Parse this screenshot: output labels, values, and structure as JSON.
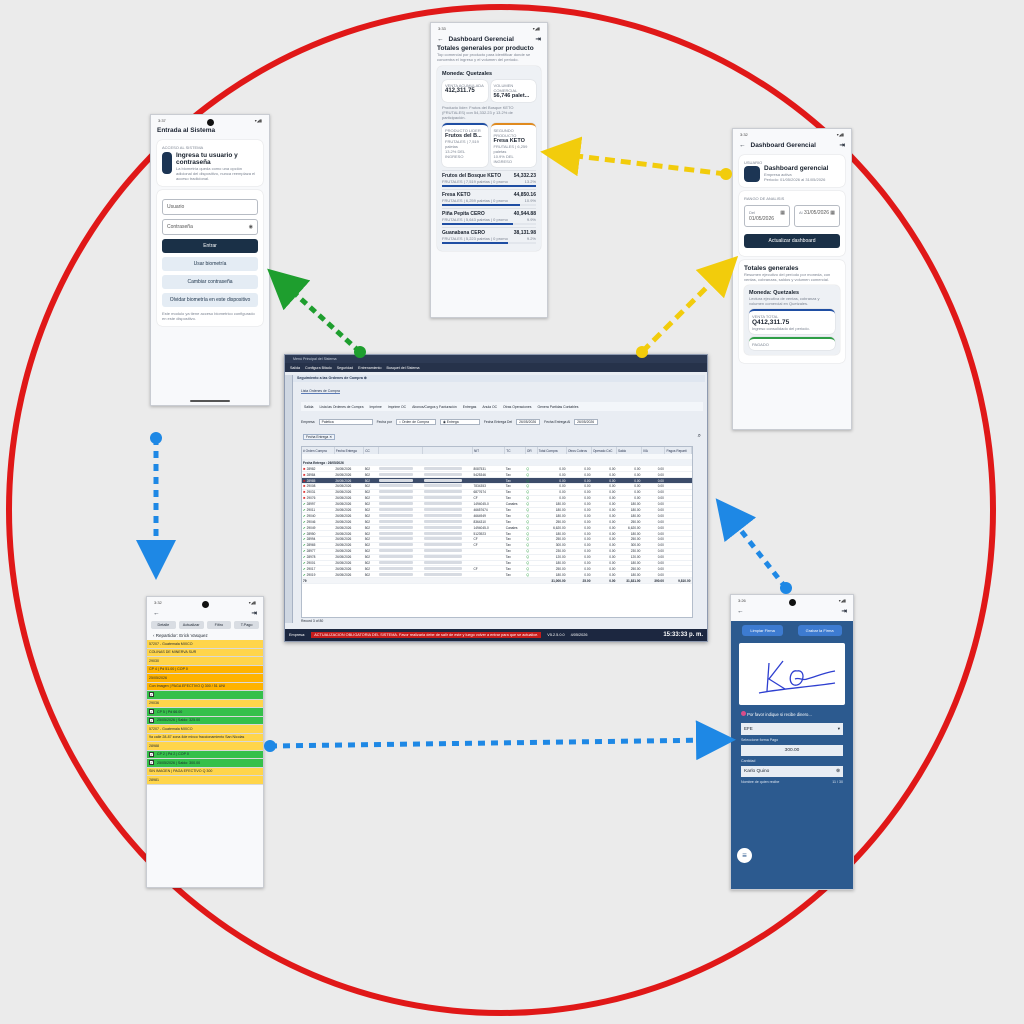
{
  "colors": {
    "ring": "#e01818",
    "arrow_green": "#1e9e2e",
    "arrow_yellow": "#f2cc0c",
    "arrow_blue": "#1e88e5",
    "navy": "#1a3047",
    "signature_bg": "#2c5a8f"
  },
  "login": {
    "time": "3:37",
    "title": "Entrada al Sistema",
    "overline": "ACCESO AL SISTEMA",
    "heading": "Ingresa tu usuario y contraseña",
    "description": "La biometría queda como una opción adicional del dispositivo, nunca reemplaza el acceso tradicional.",
    "user_placeholder": "Usuario",
    "password_placeholder": "Contraseña",
    "enter_label": "Entrar",
    "biometric_label": "Usar biometría",
    "change_password_label": "Cambiar contraseña",
    "forget_biometric_label": "Olvidar biometría en este dispositivo",
    "footer": "Este modulo ya tiene acceso biometrico configurado en este dispositivo."
  },
  "dash_products": {
    "time": "3:33",
    "title": "Dashboard Gerencial",
    "section": "Totales generales por producto",
    "intro": "Top comercial por producto para identificar donde se concentra el ingreso y el volumen del periodo.",
    "currency": "Moneda: Quetzales",
    "sales_label": "VENTA ACUMULADA",
    "sales_value": "412,311.75",
    "volume_label": "VOLUMEN COMERCIAL",
    "volume_value": "56,746 palet...",
    "leader_note": "Producto líder: Frutos del Bosque KETO (FRUTALES) con 54,332.23 y 13.2% de participación.",
    "leader_label": "PRODUCTO LIDER",
    "leader_name": "Frutos del B...",
    "leader_meta": "FRUTALES | 7,519 paletas",
    "leader_pct": "13.2% DEL INGRESO",
    "second_label": "SEGUNDO PRODUCTO",
    "second_name": "Fresa KETO",
    "second_meta": "FRUTALES | 6,259 paletas",
    "second_pct": "10.9% DEL INGRESO",
    "products": [
      {
        "name": "Frutos del Bosque KETO",
        "value": "54,332.23",
        "meta": "FRUTALES | 7,519 paletas | 0 promo",
        "pct": "13.2%",
        "bar": 0.132
      },
      {
        "name": "Fresa KETO",
        "value": "44,850.16",
        "meta": "FRUTALES | 6,259 paletas | 0 promo",
        "pct": "10.9%",
        "bar": 0.109
      },
      {
        "name": "Piña Pepita CERO",
        "value": "40,944.88",
        "meta": "FRUTALES | 5,643 paletas | 0 promo",
        "pct": "9.9%",
        "bar": 0.099
      },
      {
        "name": "Guanabana CERO",
        "value": "38,131.98",
        "meta": "FRUTALES | 5,223 paletas | 0 promo",
        "pct": "9.2%",
        "bar": 0.092
      }
    ]
  },
  "dash_main": {
    "time": "3:32",
    "title": "Dashboard Gerencial",
    "user_label": "USUARIO",
    "heading": "Dashboard gerencial",
    "company": "Empresa activa",
    "period": "Periodo: 01/05/2026 al 31/05/2026",
    "range_label": "RANGO DE ANALISIS",
    "from_label": "Del",
    "from_value": "01/05/2026",
    "to_label": "Al",
    "to_value": "31/05/2026",
    "update_label": "Actualizar dashboard",
    "totals_title": "Totales generales",
    "totals_desc": "Resumen ejecutivo del período por moneda, con ventas, cobranzas, saldos y volumen comercial.",
    "currency": "Moneda: Quetzales",
    "currency_desc": "Lectura ejecutiva de ventas, cobranza y volumen comercial en Quetzales.",
    "total_label": "VENTA TOTAL",
    "total_value": "Q412,311.75",
    "total_desc": "Ingreso consolidado del periodo.",
    "paid_label": "PAGADO"
  },
  "desktop": {
    "title": "Menú Principal del Sistema",
    "menu": [
      "Salida",
      "Configura Bitado",
      "Seguridad",
      "Entrenamiento",
      "Busquet del Sistema"
    ],
    "tab": "Seguimiento a las Ordenes de Compra",
    "subtab": "Lista Ordenes de Compra",
    "toolbar": [
      "Salida",
      "Lista las Ordenes de Compra",
      "Imprime",
      "Imprime OC",
      "Abonos/Cargos y Facturación",
      "Entregas",
      "Anula OC",
      "Otras Operaciones",
      "Genera Partidas Contables"
    ],
    "empresa_label": "Empresa",
    "empresa_value": "Paletica",
    "fecha_por_label": "Fecha por",
    "fecha_por_1": "Orden de Compra",
    "fecha_por_2": "Entrega",
    "fecha_del_label": "Fecha Entrega Del",
    "fecha_del_value": "26/05/2026",
    "fecha_al_label": "Fecha Entrega Al",
    "fecha_al_value": "26/05/2026",
    "group_chip": "Fecha Entrega",
    "group_row": "Fecha Entrega : 26/05/2026",
    "columns": [
      "# Orden Compra",
      "Fecha Entrega",
      "CC",
      "",
      "",
      "NIT",
      "TC",
      "OR",
      "Total Compra",
      "Otros Cobros",
      "Operado CxC",
      "Saldo",
      "IVA",
      "Pagos Reparti"
    ],
    "rows": [
      {
        "s": "x",
        "ord": "28982",
        "date": "26/05/2026",
        "cc": "502",
        "nit": "8087531",
        "tc": "Tax",
        "or": "Q",
        "tot": "0.00",
        "otr": "0.00",
        "ope": "0.00",
        "sal": "0.00",
        "iva": "0.00"
      },
      {
        "s": "x",
        "ord": "28984",
        "date": "26/05/2026",
        "cc": "502",
        "nit": "5425346",
        "tc": "Tax",
        "or": "Q",
        "tot": "0.00",
        "otr": "0.00",
        "ope": "0.00",
        "sal": "0.00",
        "iva": "0.00"
      },
      {
        "s": "x",
        "ord": "28985",
        "date": "26/05/2026",
        "cc": "502",
        "nit": "",
        "tc": "Tax",
        "or": "Q",
        "tot": "0.00",
        "otr": "0.00",
        "ope": "0.00",
        "sal": "0.00",
        "iva": "0.00"
      },
      {
        "s": "x",
        "ord": "29008",
        "date": "26/05/2026",
        "cc": "502",
        "nit": "7834353",
        "tc": "Tax",
        "or": "Q",
        "tot": "0.00",
        "otr": "0.00",
        "ope": "0.00",
        "sal": "0.00",
        "iva": "0.00"
      },
      {
        "s": "x",
        "ord": "29031",
        "date": "26/05/2026",
        "cc": "502",
        "nit": "6877674",
        "tc": "Tax",
        "or": "Q",
        "tot": "0.00",
        "otr": "0.00",
        "ope": "0.00",
        "sal": "0.00",
        "iva": "0.00"
      },
      {
        "s": "x",
        "ord": "29076",
        "date": "26/05/2026",
        "cc": "502",
        "nit": "CF",
        "tc": "Tax",
        "or": "Q",
        "tot": "0.00",
        "otr": "0.00",
        "ope": "0.00",
        "sal": "0.00",
        "iva": "0.00"
      },
      {
        "s": "ok",
        "ord": "28997",
        "date": "26/05/2026",
        "cc": "502",
        "nit": "1494045-0",
        "tc": "Canales",
        "or": "Q",
        "tot": "180.00",
        "otr": "0.00",
        "ope": "0.00",
        "sal": "180.00",
        "iva": "0.00"
      },
      {
        "s": "ok",
        "ord": "29011",
        "date": "26/05/2026",
        "cc": "502",
        "nit": "46657674",
        "tc": "Tax",
        "or": "Q",
        "tot": "180.00",
        "otr": "0.00",
        "ope": "0.00",
        "sal": "180.00",
        "iva": "0.00"
      },
      {
        "s": "ok",
        "ord": "29040",
        "date": "26/05/2026",
        "cc": "502",
        "nit": "4664949",
        "tc": "Tax",
        "or": "Q",
        "tot": "180.00",
        "otr": "0.00",
        "ope": "0.00",
        "sal": "180.00",
        "iva": "0.00"
      },
      {
        "s": "ok",
        "ord": "29046",
        "date": "26/05/2026",
        "cc": "502",
        "nit": "8364310",
        "tc": "Tax",
        "or": "Q",
        "tot": "250.00",
        "otr": "0.00",
        "ope": "0.00",
        "sal": "250.00",
        "iva": "0.00"
      },
      {
        "s": "ok",
        "ord": "29049",
        "date": "26/05/2026",
        "cc": "502",
        "nit": "1494045-0",
        "tc": "Canales",
        "or": "Q",
        "tot": "6,620.00",
        "otr": "0.00",
        "ope": "0.00",
        "sal": "6,620.00",
        "iva": "0.00"
      },
      {
        "s": "ok",
        "ord": "28950",
        "date": "26/05/2026",
        "cc": "502",
        "nit": "5123923",
        "tc": "Tax",
        "or": "Q",
        "tot": "180.00",
        "otr": "0.00",
        "ope": "0.00",
        "sal": "180.00",
        "iva": "0.00"
      },
      {
        "s": "ok",
        "ord": "28994",
        "date": "26/05/2026",
        "cc": "502",
        "nit": "CF",
        "tc": "Tax",
        "or": "Q",
        "tot": "250.00",
        "otr": "0.00",
        "ope": "0.00",
        "sal": "250.00",
        "iva": "0.00"
      },
      {
        "s": "ok",
        "ord": "28965",
        "date": "26/05/2026",
        "cc": "502",
        "nit": "CF",
        "tc": "Tax",
        "or": "Q",
        "tot": "300.00",
        "otr": "0.00",
        "ope": "0.00",
        "sal": "300.00",
        "iva": "0.00"
      },
      {
        "s": "ok",
        "ord": "28977",
        "date": "26/05/2026",
        "cc": "502",
        "nit": "",
        "tc": "Tax",
        "or": "Q",
        "tot": "230.00",
        "otr": "0.00",
        "ope": "0.00",
        "sal": "230.00",
        "iva": "0.00"
      },
      {
        "s": "ok",
        "ord": "28978",
        "date": "26/05/2026",
        "cc": "502",
        "nit": "",
        "tc": "Tax",
        "or": "Q",
        "tot": "120.00",
        "otr": "0.00",
        "ope": "0.00",
        "sal": "120.00",
        "iva": "0.00"
      },
      {
        "s": "ok",
        "ord": "29001",
        "date": "26/05/2026",
        "cc": "502",
        "nit": "",
        "tc": "Tax",
        "or": "Q",
        "tot": "180.00",
        "otr": "0.00",
        "ope": "0.00",
        "sal": "180.00",
        "iva": "0.00"
      },
      {
        "s": "ok",
        "ord": "29017",
        "date": "26/05/2026",
        "cc": "502",
        "nit": "CF",
        "tc": "Tax",
        "or": "Q",
        "tot": "250.00",
        "otr": "0.00",
        "ope": "0.00",
        "sal": "250.00",
        "iva": "0.00"
      },
      {
        "s": "ok",
        "ord": "29019",
        "date": "26/05/2026",
        "cc": "502",
        "nit": "",
        "tc": "Tax",
        "or": "Q",
        "tot": "180.00",
        "otr": "0.00",
        "ope": "0.00",
        "sal": "180.00",
        "iva": "0.00"
      }
    ],
    "totals": {
      "count": "79",
      "tot": "31,000.00",
      "otr": "25.00",
      "ope": "0.00",
      "sal": "31,831.00",
      "iva": "390.00",
      "pag": "9,810.00"
    },
    "record": "Record 3 of 80",
    "status_company": "Empresa:",
    "status_warning": "ACTUALIZACION OBLIGATORIA DEL SISTEMA. Favor realizarla debe de salir de este y luego volver a entrar para que se actualice.",
    "version": "V5.2.5.0.0",
    "date": "4/05/2026",
    "clock": "15:33:33 p. m."
  },
  "delivery": {
    "time": "3:32",
    "buttons": [
      "Detalle",
      "Actualizar",
      "Filtro",
      "T.Pago"
    ],
    "driver": "Repartidor: Erick Vasquez",
    "lines": [
      {
        "cls": "yl",
        "text": "57207 - Guatemala MIXCO"
      },
      {
        "cls": "yl",
        "text": "COLINAS DE MINERVA SUR"
      },
      {
        "cls": "yl",
        "text": "29030"
      },
      {
        "cls": "or",
        "text": "CP 4  |  Pd 51.00  |  COP 0"
      },
      {
        "cls": "or",
        "text": "25/05/2026"
      },
      {
        "cls": "or",
        "text": "Con Imagen  |  PAGA EFECTIVO Q 300 / 51 UNI"
      },
      {
        "cls": "gr",
        "text": ""
      },
      {
        "cls": "yl",
        "text": "29036"
      },
      {
        "cls": "gr",
        "text": "CP 5  |  Pd 66.00"
      },
      {
        "cls": "gr",
        "text": "25/05/2026  |  Saldo: 325.00"
      },
      {
        "cls": "yl",
        "text": "57207 - Guatemala MIXCO"
      },
      {
        "cls": "yl",
        "text": "9a calle 28-87 zona 4de mixco fraccionamiento San Nicolas"
      },
      {
        "cls": "yl",
        "text": "28988"
      },
      {
        "cls": "gr",
        "text": "CP 2  |  Pd 2  |  COP 0"
      },
      {
        "cls": "gr",
        "text": "25/05/2026  |  Saldo: 300.00"
      },
      {
        "cls": "yl",
        "text": "SIN IMAGEN  |  PAGA EFECTIVO Q 300"
      },
      {
        "cls": "yl",
        "text": "28981"
      }
    ]
  },
  "signature": {
    "time": "3:26",
    "clear_label": "Limpiar Firma",
    "save_label": "Grabar la Firma",
    "pay_question": "Por favor indique si recibe dinero...",
    "payment_method": "EFE",
    "payment_label": "Seleccione forma Pago",
    "amount": "300.00",
    "amount_label": "Cantidad",
    "receiver": "Karlo Quino",
    "receiver_label": "Nombre de quien recibe",
    "counter": "11 / 30"
  }
}
